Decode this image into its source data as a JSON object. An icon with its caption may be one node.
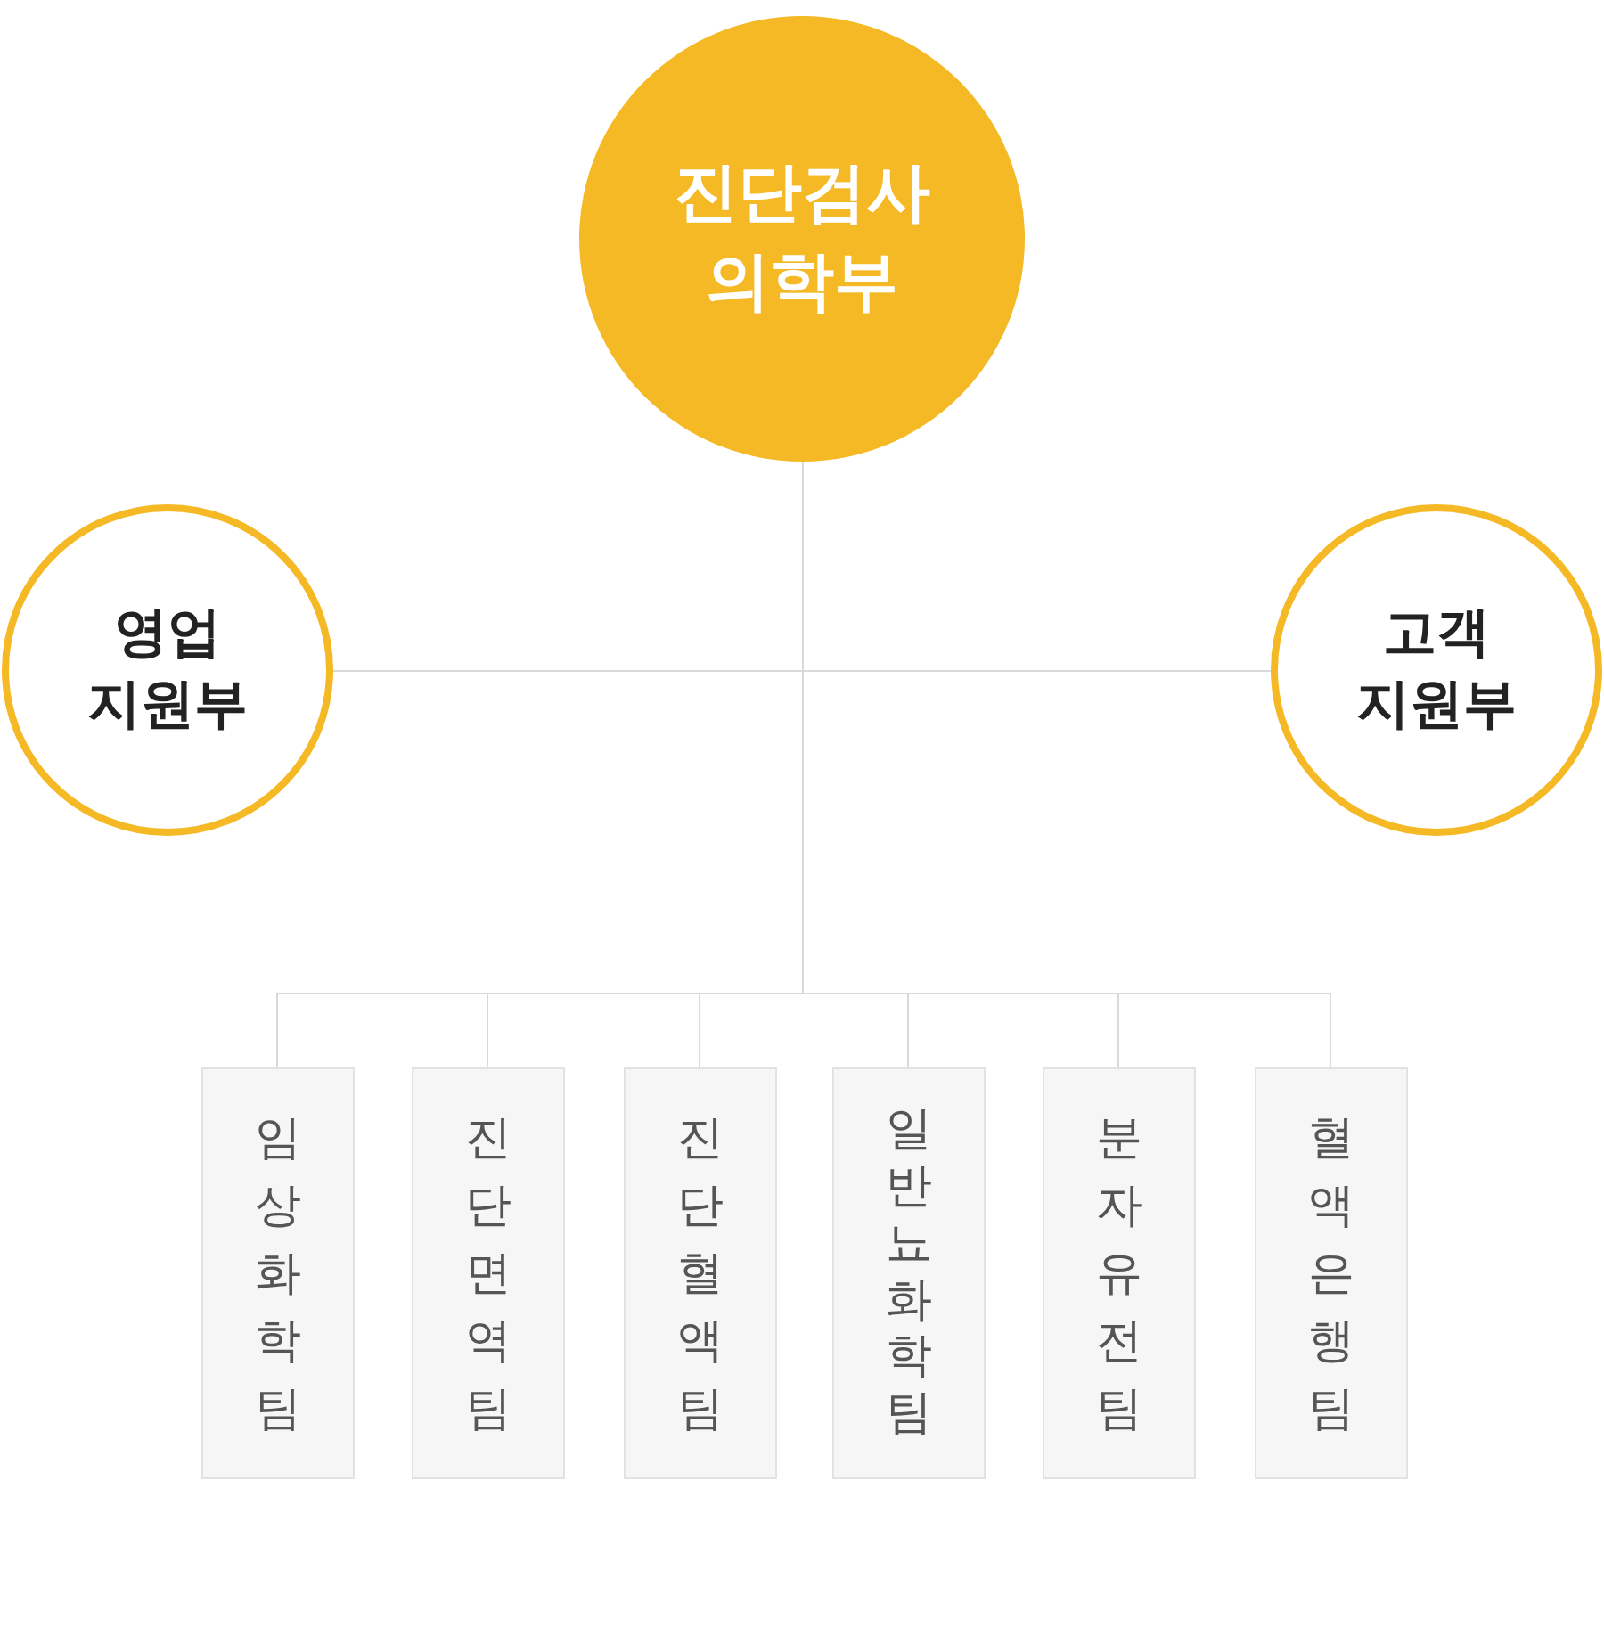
{
  "diagram": {
    "nodes": [
      {
        "text": [
          "진단검사 의학부"
        ]
      },
      {
        "text": [
          "영업 지원부"
        ]
      },
      {
        "text": [
          "고객 지원부"
        ]
      },
      {
        "text": [
          "임상화학팀"
        ]
      },
      {
        "text": [
          "진단면역팀"
        ]
      },
      {
        "text": [
          "진단혈액팀"
        ]
      },
      {
        "text": [
          "일반뇨화학팀"
        ]
      },
      {
        "text": [
          "분자유전팀"
        ]
      },
      {
        "text": [
          "혈액은행팀"
        ]
      }
    ],
    "edges": [
      {
        "from": 0,
        "to": 1,
        "arrow": "none"
      },
      {
        "from": 0,
        "to": 2,
        "arrow": "none"
      },
      {
        "from": 0,
        "to": 3,
        "arrow": "none"
      },
      {
        "from": 0,
        "to": 4,
        "arrow": "none"
      },
      {
        "from": 0,
        "to": 5,
        "arrow": "none"
      },
      {
        "from": 0,
        "to": 6,
        "arrow": "none"
      },
      {
        "from": 0,
        "to": 7,
        "arrow": "none"
      },
      {
        "from": 0,
        "to": 8,
        "arrow": "none"
      }
    ]
  }
}
